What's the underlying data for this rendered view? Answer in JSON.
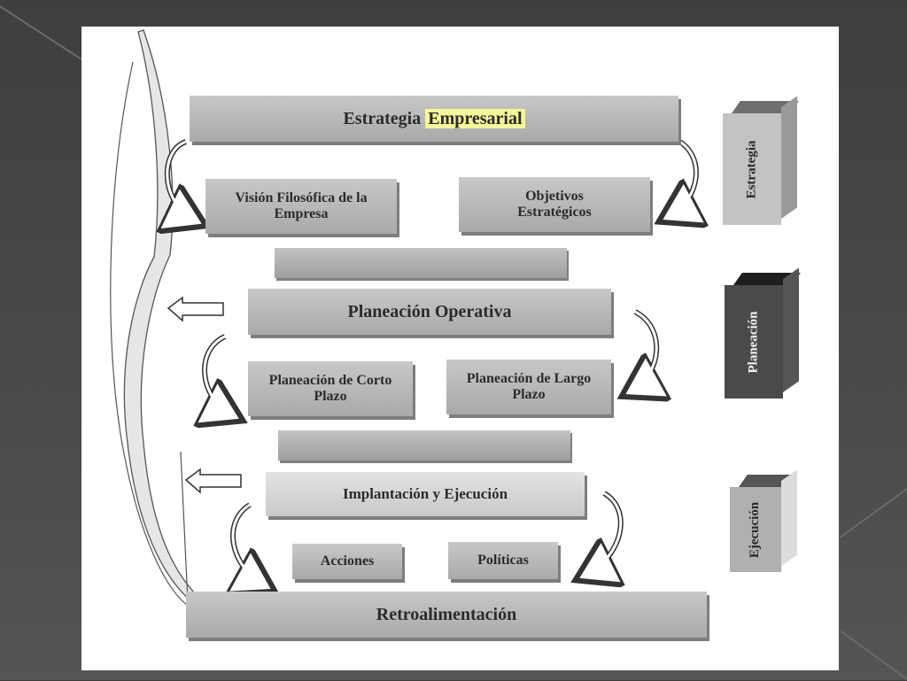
{
  "diagram": {
    "top_title": {
      "part1": "Estrategia",
      "part2": "Empresarial"
    },
    "vision": "Visión Filosófica de la Empresa",
    "objetivos": "Objetivos Estratégicos",
    "planeacion_operativa": "Planeación Operativa",
    "corto_plazo": "Planeación de Corto Plazo",
    "largo_plazo": "Planeación de Largo Plazo",
    "implantacion": "Implantación y Ejecución",
    "acciones": "Acciones",
    "politicas": "Políticas",
    "retro": "Retroalimentación"
  },
  "side_blocks": {
    "estrategia": "Estrategia",
    "planeacion": "Planeación",
    "ejecucion": "Ejecución"
  },
  "colors": {
    "box_fill": "#b5b5b5",
    "highlight": "#f4f79a",
    "planeacion_block": "#4a4a4a",
    "background": "#444444"
  }
}
